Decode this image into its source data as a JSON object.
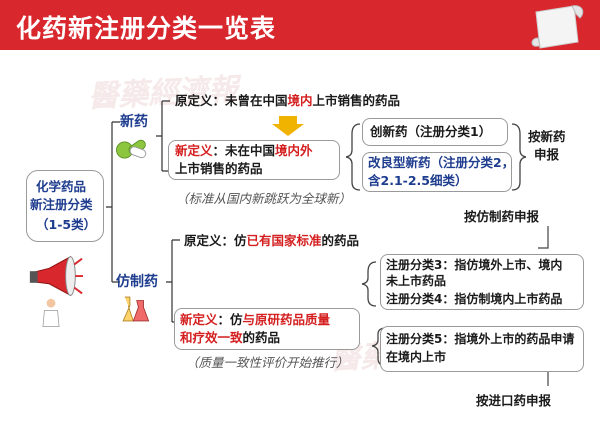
{
  "title": "化药新注册分类一览表",
  "root": {
    "line1": "化学药品",
    "line2": "新注册分类",
    "line3": "（1-5类）"
  },
  "new_drug": {
    "label": "新药",
    "old_def": {
      "prefix": "原定义：未曾在中国",
      "red": "境内",
      "suffix": "上市销售的药品"
    },
    "new_def": {
      "red1": "新定义",
      "mid": "：未在中国",
      "red2": "境内外",
      "line2": "上市销售的药品"
    },
    "note": "（标准从国内新跳跃为全球新）",
    "cat1": "创新药（注册分类1）",
    "cat2_line1": "改良型新药（注册分类2，",
    "cat2_line2": "含2.1-2.5细类）",
    "apply_line1": "按新药",
    "apply_line2": "申报"
  },
  "generic_drug": {
    "label": "仿制药",
    "old_def": {
      "prefix": "原定义：仿",
      "red": "已有国家标准",
      "suffix": "的药品"
    },
    "new_def": {
      "red0": "新定义",
      "mid": "：仿",
      "red1": "与原研药品质量",
      "red2": "和疗效一致",
      "suffix": "的药品"
    },
    "note": "（质量一致性评价开始推行）",
    "apply_generic": "按仿制药申报",
    "cat3_line1": "注册分类3：指仿境外上市、境内",
    "cat3_line2": "未上市药品",
    "cat4": "注册分类4：指仿制境内上市药品",
    "cat5_line1": "注册分类5：指境外上市的药品申请",
    "cat5_line2": "在境内上市",
    "apply_import": "按进口药申报"
  },
  "watermark": "醫藥經濟報",
  "colors": {
    "header": "#d9272e",
    "accent_red": "#d42020",
    "accent_blue": "#1f3d8f",
    "arrow": "#f0b400"
  }
}
